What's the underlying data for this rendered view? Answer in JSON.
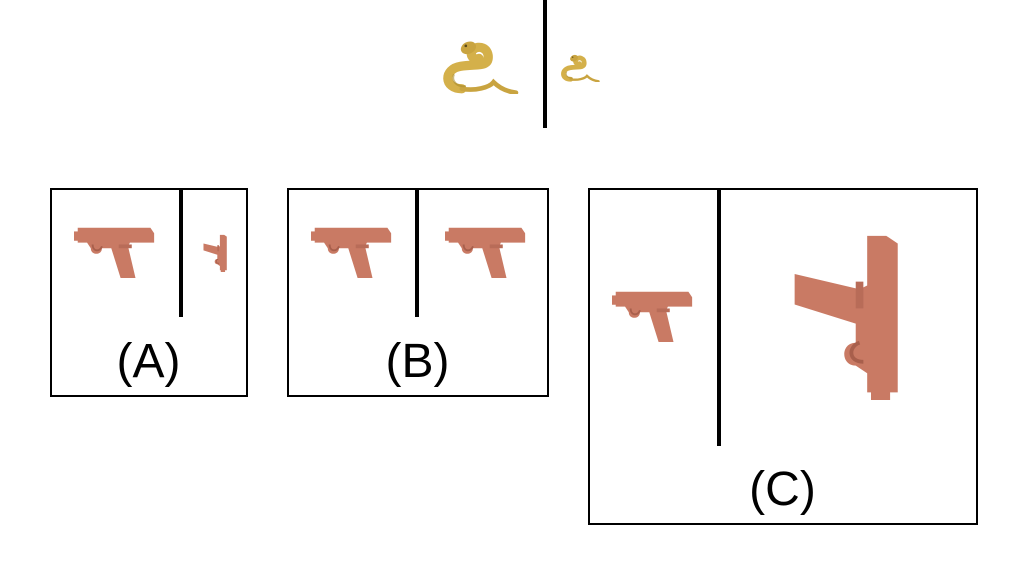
{
  "colors": {
    "line": "#000000",
    "snake": "#D4B04A",
    "snake_dark": "#A88A2C",
    "gun": "#C97A64",
    "gun_dark": "#A85F4C"
  },
  "reference": {
    "left_icon": "coiled-snake-icon",
    "right_icon": "coiled-snake-icon"
  },
  "options": [
    {
      "label": "(A)",
      "left_icon": "pistol-icon",
      "right_icon": "pistol-icon"
    },
    {
      "label": "(B)",
      "left_icon": "pistol-icon",
      "right_icon": "pistol-icon"
    },
    {
      "label": "(C)",
      "left_icon": "pistol-icon",
      "right_icon": "pistol-icon"
    }
  ]
}
